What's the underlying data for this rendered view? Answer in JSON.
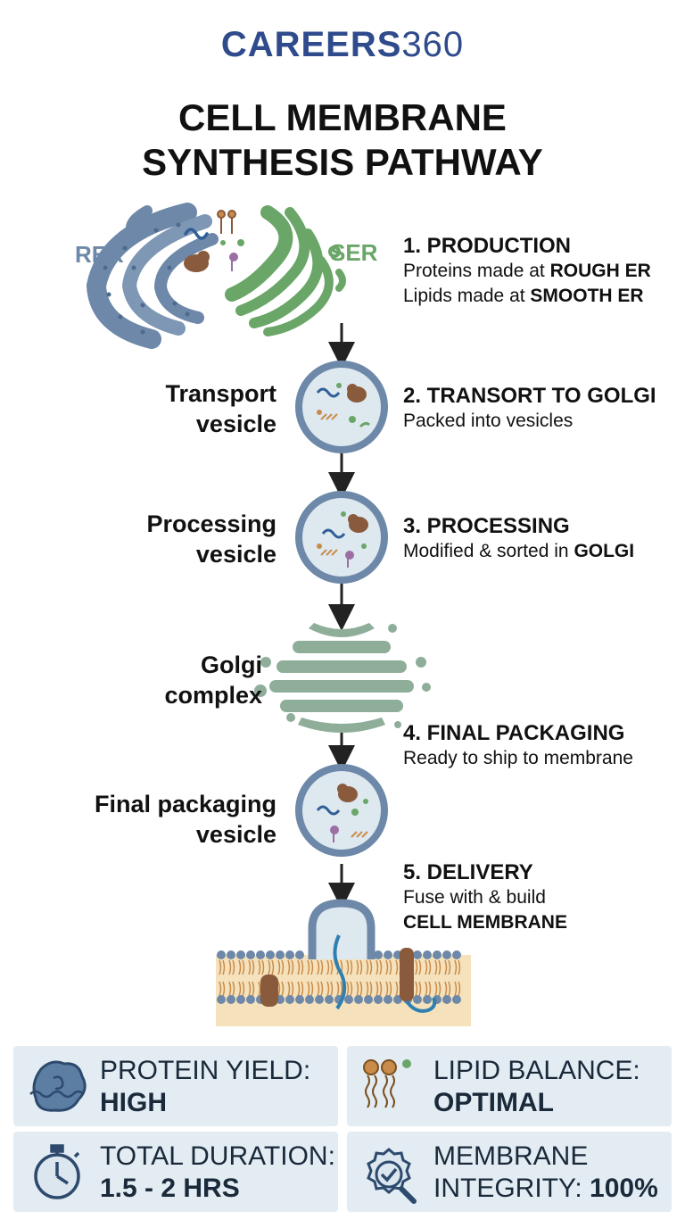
{
  "brand": {
    "name": "CAREERS",
    "number": "360"
  },
  "title": {
    "line1": "CELL MEMBRANE",
    "line2": "SYNTHESIS PATHWAY"
  },
  "er": {
    "rer_label": "RER",
    "ser_label": "SER"
  },
  "steps": [
    {
      "title": "1. PRODUCTION",
      "lines": [
        {
          "text": "Proteins made at ",
          "bold": "ROUGH ER"
        },
        {
          "text": "Lipids made at ",
          "bold": "SMOOTH ER"
        }
      ]
    },
    {
      "title": "2. TRANSORT TO GOLGI",
      "lines": [
        {
          "text": "Packed into vesicles",
          "bold": ""
        }
      ]
    },
    {
      "title": "3. PROCESSING",
      "lines": [
        {
          "text": "Modified & sorted in ",
          "bold": "GOLGI"
        }
      ]
    },
    {
      "title": "4. FINAL PACKAGING",
      "lines": [
        {
          "text": "Ready to ship to membrane",
          "bold": ""
        }
      ]
    },
    {
      "title": "5. DELIVERY",
      "lines": [
        {
          "text": "Fuse with & build",
          "bold": ""
        },
        {
          "text": "",
          "bold": "CELL MEMBRANE"
        }
      ]
    }
  ],
  "side_labels": {
    "transport": {
      "line1": "Transport",
      "line2": "vesicle"
    },
    "processing": {
      "line1": "Processing",
      "line2": "vesicle"
    },
    "golgi": {
      "line1": "Golgi",
      "line2": "complex"
    },
    "final": {
      "line1": "Final packaging",
      "line2": "vesicle"
    }
  },
  "stats": {
    "protein": {
      "label": "PROTEIN YIELD:",
      "value": "HIGH",
      "icon": "protein-icon"
    },
    "lipid": {
      "label": "LIPID BALANCE:",
      "value": "OPTIMAL",
      "icon": "lipid-icon"
    },
    "duration": {
      "label": "TOTAL DURATION:",
      "value": "1.5 - 2 HRS",
      "icon": "stopwatch-icon"
    },
    "membrane": {
      "label1": "MEMBRANE",
      "label2": "INTEGRITY: ",
      "value": "100%",
      "icon": "verified-badge-icon"
    }
  },
  "colors": {
    "brand": "#2f4b8c",
    "rer": "#6d88a8",
    "ser": "#6aa668",
    "golgi": "#8fae9a",
    "vesicle_ring": "#6d88a8",
    "protein": "#8a5a3c",
    "membrane": "#f5e2bc",
    "panel": "#e3ecf3"
  }
}
